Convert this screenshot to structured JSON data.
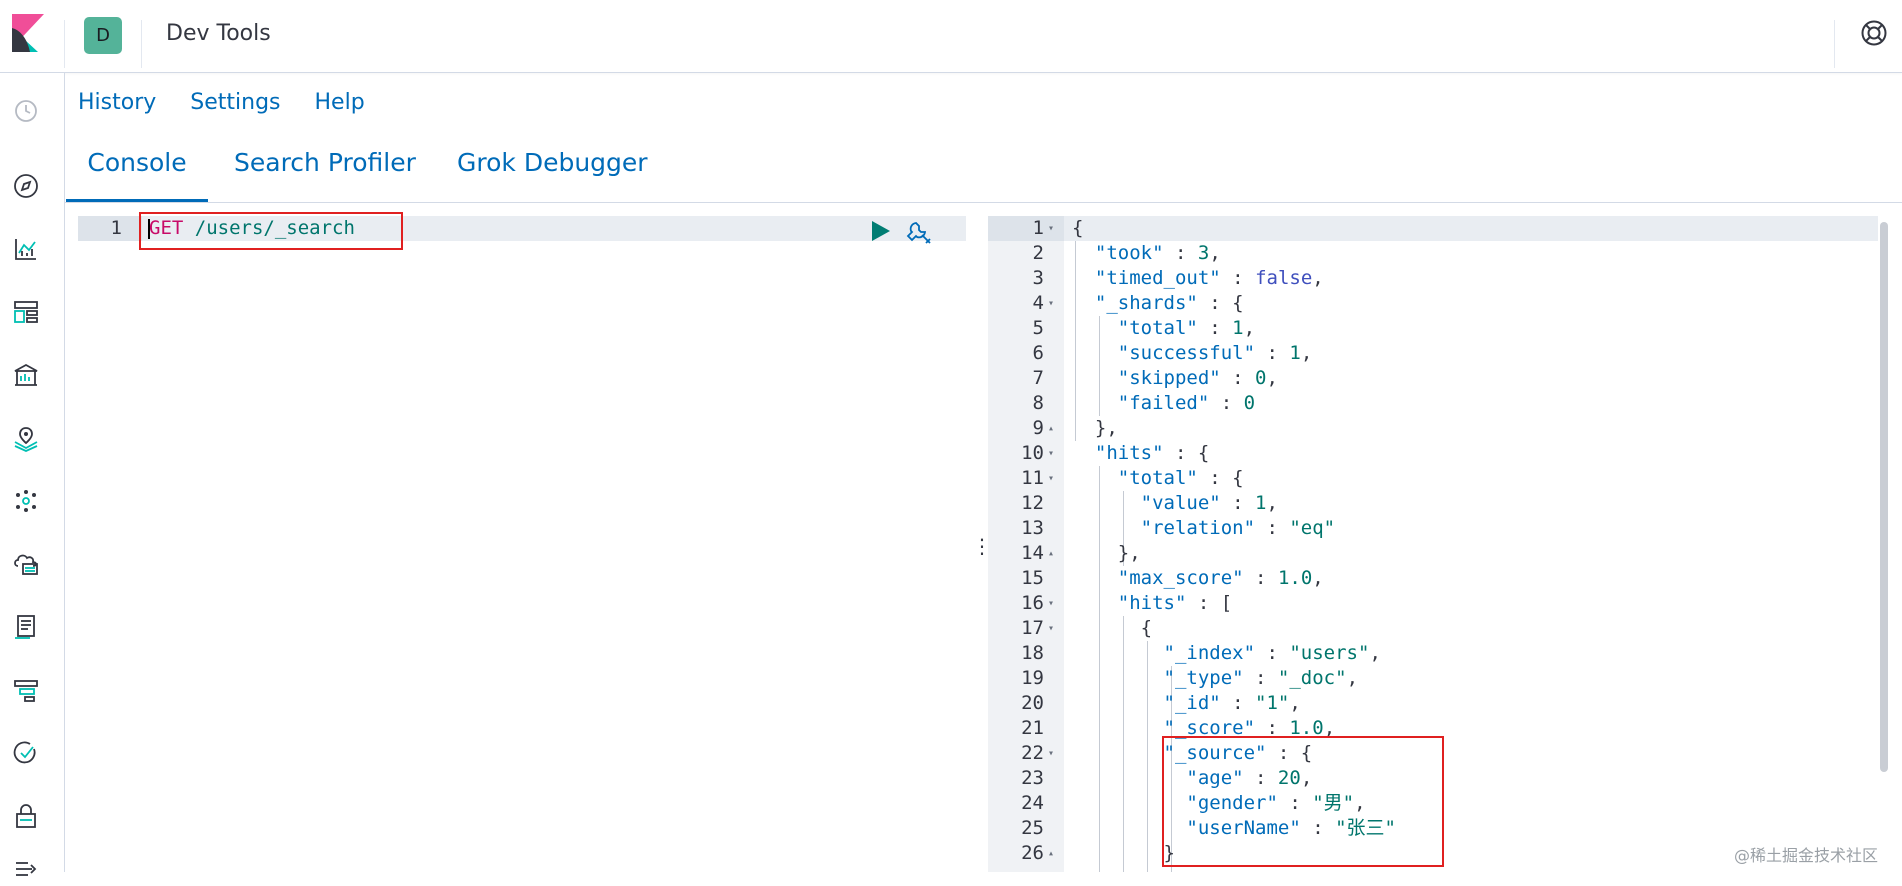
{
  "header": {
    "space_initial": "D",
    "app_title": "Dev Tools",
    "help_icon": "help-icon"
  },
  "sidenav": {
    "items": [
      {
        "name": "recently-viewed-icon"
      },
      {
        "name": "discover-icon"
      },
      {
        "name": "visualize-icon"
      },
      {
        "name": "dashboard-icon"
      },
      {
        "name": "canvas-icon"
      },
      {
        "name": "maps-icon"
      },
      {
        "name": "machine-learning-icon"
      },
      {
        "name": "infrastructure-icon"
      },
      {
        "name": "logs-icon"
      },
      {
        "name": "apm-icon"
      },
      {
        "name": "uptime-icon"
      },
      {
        "name": "siem-icon"
      },
      {
        "name": "collapse-icon"
      }
    ]
  },
  "menu": {
    "history": "History",
    "settings": "Settings",
    "help": "Help"
  },
  "tabs": [
    {
      "label": "Console",
      "active": true
    },
    {
      "label": "Search Profiler",
      "active": false
    },
    {
      "label": "Grok Debugger",
      "active": false
    }
  ],
  "request": {
    "line_number": "1",
    "method": "GET",
    "url": " /users/_search",
    "run_icon": "play-icon",
    "settings_icon": "wrench-icon"
  },
  "response": {
    "lines": [
      {
        "n": "1",
        "fold": "down",
        "parts": [
          [
            "p",
            "{"
          ]
        ]
      },
      {
        "n": "2",
        "parts": [
          [
            "p",
            "  "
          ],
          [
            "k",
            "\"took\""
          ],
          [
            "p",
            " : "
          ],
          [
            "n",
            "3"
          ],
          [
            "p",
            ","
          ]
        ]
      },
      {
        "n": "3",
        "parts": [
          [
            "p",
            "  "
          ],
          [
            "k",
            "\"timed_out\""
          ],
          [
            "p",
            " : "
          ],
          [
            "b",
            "false"
          ],
          [
            "p",
            ","
          ]
        ]
      },
      {
        "n": "4",
        "fold": "down",
        "parts": [
          [
            "p",
            "  "
          ],
          [
            "k",
            "\"_shards\""
          ],
          [
            "p",
            " : {"
          ]
        ]
      },
      {
        "n": "5",
        "parts": [
          [
            "p",
            "    "
          ],
          [
            "k",
            "\"total\""
          ],
          [
            "p",
            " : "
          ],
          [
            "n",
            "1"
          ],
          [
            "p",
            ","
          ]
        ]
      },
      {
        "n": "6",
        "parts": [
          [
            "p",
            "    "
          ],
          [
            "k",
            "\"successful\""
          ],
          [
            "p",
            " : "
          ],
          [
            "n",
            "1"
          ],
          [
            "p",
            ","
          ]
        ]
      },
      {
        "n": "7",
        "parts": [
          [
            "p",
            "    "
          ],
          [
            "k",
            "\"skipped\""
          ],
          [
            "p",
            " : "
          ],
          [
            "n",
            "0"
          ],
          [
            "p",
            ","
          ]
        ]
      },
      {
        "n": "8",
        "parts": [
          [
            "p",
            "    "
          ],
          [
            "k",
            "\"failed\""
          ],
          [
            "p",
            " : "
          ],
          [
            "n",
            "0"
          ]
        ]
      },
      {
        "n": "9",
        "fold": "up",
        "parts": [
          [
            "p",
            "  },"
          ]
        ]
      },
      {
        "n": "10",
        "fold": "down",
        "parts": [
          [
            "p",
            "  "
          ],
          [
            "k",
            "\"hits\""
          ],
          [
            "p",
            " : {"
          ]
        ]
      },
      {
        "n": "11",
        "fold": "down",
        "parts": [
          [
            "p",
            "    "
          ],
          [
            "k",
            "\"total\""
          ],
          [
            "p",
            " : {"
          ]
        ]
      },
      {
        "n": "12",
        "parts": [
          [
            "p",
            "      "
          ],
          [
            "k",
            "\"value\""
          ],
          [
            "p",
            " : "
          ],
          [
            "n",
            "1"
          ],
          [
            "p",
            ","
          ]
        ]
      },
      {
        "n": "13",
        "parts": [
          [
            "p",
            "      "
          ],
          [
            "k",
            "\"relation\""
          ],
          [
            "p",
            " : "
          ],
          [
            "s",
            "\"eq\""
          ]
        ]
      },
      {
        "n": "14",
        "fold": "up",
        "parts": [
          [
            "p",
            "    },"
          ]
        ]
      },
      {
        "n": "15",
        "parts": [
          [
            "p",
            "    "
          ],
          [
            "k",
            "\"max_score\""
          ],
          [
            "p",
            " : "
          ],
          [
            "n",
            "1.0"
          ],
          [
            "p",
            ","
          ]
        ]
      },
      {
        "n": "16",
        "fold": "down",
        "parts": [
          [
            "p",
            "    "
          ],
          [
            "k",
            "\"hits\""
          ],
          [
            "p",
            " : ["
          ]
        ]
      },
      {
        "n": "17",
        "fold": "down",
        "parts": [
          [
            "p",
            "      {"
          ]
        ]
      },
      {
        "n": "18",
        "parts": [
          [
            "p",
            "        "
          ],
          [
            "k",
            "\"_index\""
          ],
          [
            "p",
            " : "
          ],
          [
            "s",
            "\"users\""
          ],
          [
            "p",
            ","
          ]
        ]
      },
      {
        "n": "19",
        "parts": [
          [
            "p",
            "        "
          ],
          [
            "k",
            "\"_type\""
          ],
          [
            "p",
            " : "
          ],
          [
            "s",
            "\"_doc\""
          ],
          [
            "p",
            ","
          ]
        ]
      },
      {
        "n": "20",
        "parts": [
          [
            "p",
            "        "
          ],
          [
            "k",
            "\"_id\""
          ],
          [
            "p",
            " : "
          ],
          [
            "s",
            "\"1\""
          ],
          [
            "p",
            ","
          ]
        ]
      },
      {
        "n": "21",
        "parts": [
          [
            "p",
            "        "
          ],
          [
            "k",
            "\"_score\""
          ],
          [
            "p",
            " : "
          ],
          [
            "n",
            "1.0"
          ],
          [
            "p",
            ","
          ]
        ]
      },
      {
        "n": "22",
        "fold": "down",
        "parts": [
          [
            "p",
            "        "
          ],
          [
            "k",
            "\"_source\""
          ],
          [
            "p",
            " : {"
          ]
        ]
      },
      {
        "n": "23",
        "parts": [
          [
            "p",
            "          "
          ],
          [
            "k",
            "\"age\""
          ],
          [
            "p",
            " : "
          ],
          [
            "n",
            "20"
          ],
          [
            "p",
            ","
          ]
        ]
      },
      {
        "n": "24",
        "parts": [
          [
            "p",
            "          "
          ],
          [
            "k",
            "\"gender\""
          ],
          [
            "p",
            " : "
          ],
          [
            "s",
            "\"男\""
          ],
          [
            "p",
            ","
          ]
        ]
      },
      {
        "n": "25",
        "parts": [
          [
            "p",
            "          "
          ],
          [
            "k",
            "\"userName\""
          ],
          [
            "p",
            " : "
          ],
          [
            "s",
            "\"张三\""
          ]
        ]
      },
      {
        "n": "26",
        "fold": "up",
        "parts": [
          [
            "p",
            "        }"
          ]
        ]
      }
    ]
  },
  "watermark": "@稀土掘金技术社区"
}
